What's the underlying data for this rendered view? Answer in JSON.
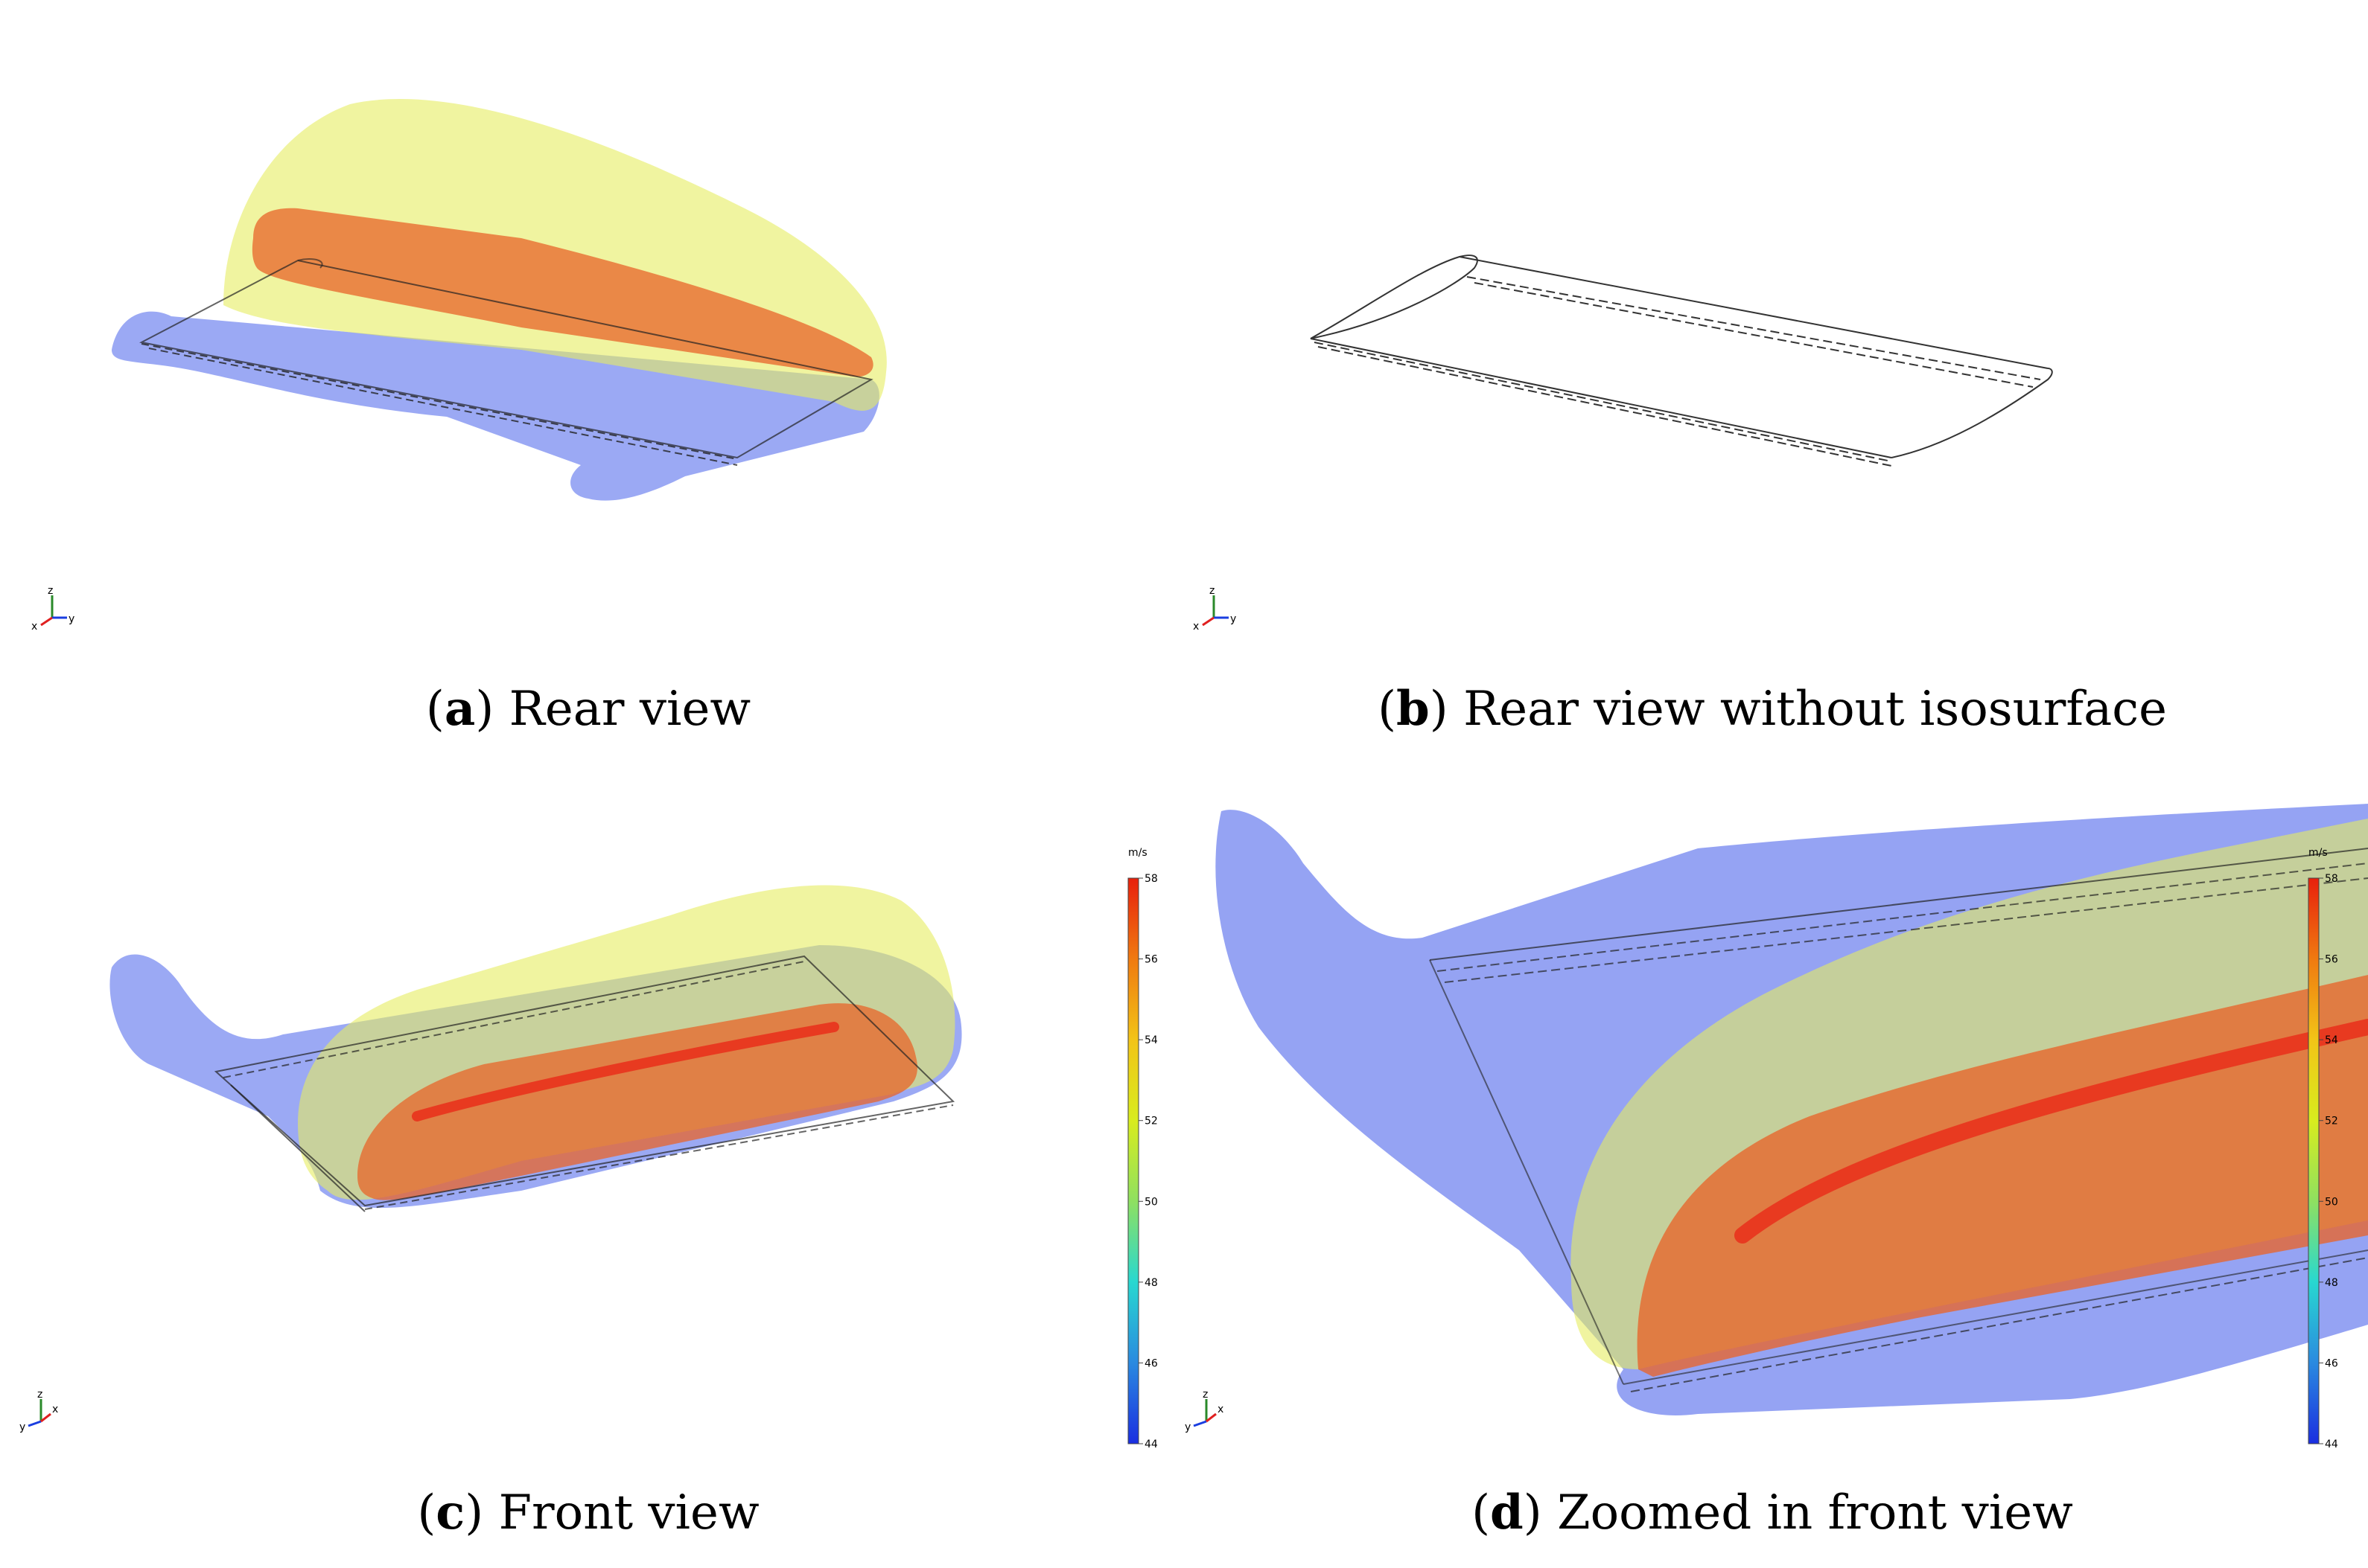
{
  "panels": [
    {
      "letter": "a",
      "caption": "Rear view"
    },
    {
      "letter": "b",
      "caption": "Rear view without isosurface"
    },
    {
      "letter": "c",
      "caption": "Front view"
    },
    {
      "letter": "d",
      "caption": "Zoomed in front view"
    }
  ],
  "colorbar": {
    "unit": "m/s",
    "ticks": [
      "58",
      "56",
      "54",
      "52",
      "50",
      "48",
      "46",
      "44"
    ],
    "min": 44,
    "max": 58,
    "colors": [
      "#e8200c",
      "#f07a10",
      "#f2c417",
      "#d8ec1e",
      "#8fe060",
      "#28d8d0",
      "#2a8ae0",
      "#1a2ee0"
    ]
  },
  "triad": {
    "x": "x",
    "y": "y",
    "z": "z"
  },
  "isosurface_colors": {
    "high": "#e8642a",
    "mid": "#e6ec60",
    "low": "#7a8cf0"
  }
}
